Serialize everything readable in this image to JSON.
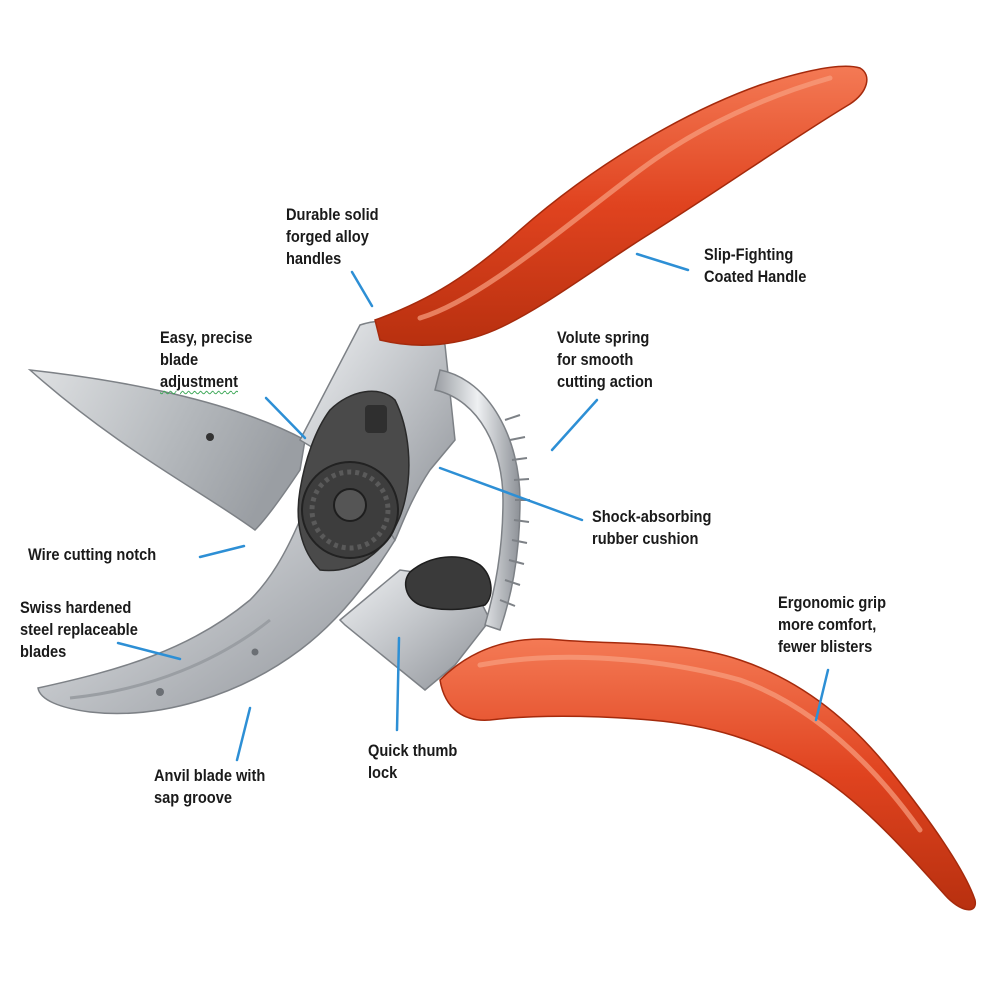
{
  "colors": {
    "handle": "#e0431f",
    "handle_highlight": "#f47a55",
    "steel": "#c4c7cb",
    "steel_dark": "#8d9197",
    "rubber": "#4a4a4a",
    "leader_line": "#2d8fd5"
  },
  "labels": {
    "forged_handles": {
      "line1": "Durable solid",
      "line2": "forged alloy",
      "line3": "handles"
    },
    "coated_handle": {
      "line1": "Slip-Fighting",
      "line2": "Coated Handle"
    },
    "blade_adjustment": {
      "line1": "Easy, precise",
      "line2": "blade",
      "line3": "adjustment"
    },
    "volute_spring": {
      "line1": "Volute spring",
      "line2": "for smooth",
      "line3": "cutting action"
    },
    "shock_cushion": {
      "line1": "Shock-absorbing",
      "line2": "rubber cushion"
    },
    "wire_notch": {
      "line1": "Wire cutting notch"
    },
    "swiss_blades": {
      "line1": "Swiss hardened",
      "line2": "steel replaceable",
      "line3": "blades"
    },
    "ergonomic_grip": {
      "line1": "Ergonomic grip",
      "line2": "more comfort,",
      "line3": "fewer blisters"
    },
    "quick_lock": {
      "line1": "Quick thumb",
      "line2": "lock"
    },
    "anvil_blade": {
      "line1": "Anvil blade with",
      "line2": "sap groove"
    }
  }
}
